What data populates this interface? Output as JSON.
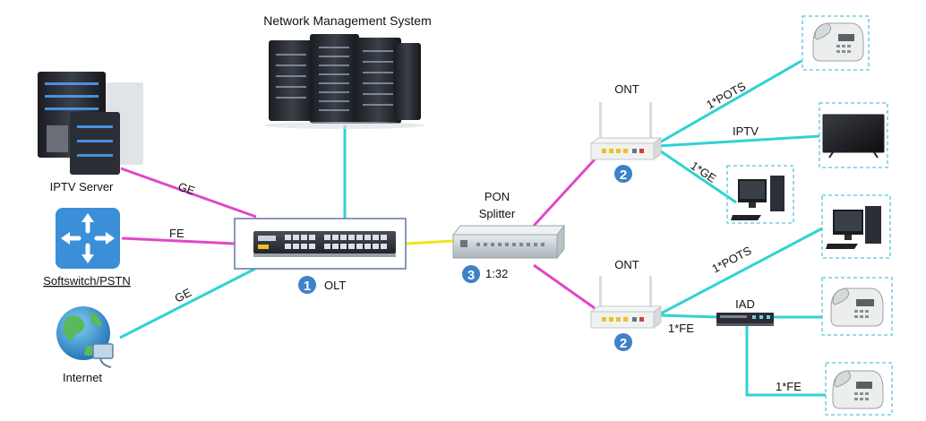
{
  "title": "Network Management System",
  "colors": {
    "uplink": "#e048c8",
    "access": "#2fd2d2",
    "splitter_link": "#f1e420",
    "pon": "#e048c8",
    "badge": "#3e82c8",
    "dashed_box": "#59c3dd",
    "olt_box": "#6b7fa8"
  },
  "nodes": {
    "nms": {
      "label": "Network Management System",
      "icon": "server-rack-icon"
    },
    "iptv_server": {
      "label": "IPTV Server",
      "icon": "server-icon"
    },
    "softswitch": {
      "label": "Softswitch/PSTN",
      "icon": "router-arrows-icon"
    },
    "internet": {
      "label": "Internet",
      "icon": "globe-icon"
    },
    "olt": {
      "label": "OLT",
      "badge": "1",
      "icon": "switch-icon"
    },
    "splitter": {
      "label": "PON\nSplitter",
      "label_line1": "PON",
      "label_line2": "Splitter",
      "badge": "3",
      "ratio": "1:32",
      "icon": "splitter-icon"
    },
    "ont_top": {
      "label": "ONT",
      "badge": "2",
      "icon": "ont-router-icon"
    },
    "ont_bottom": {
      "label": "ONT",
      "badge": "2",
      "icon": "ont-router-icon"
    },
    "iad": {
      "label": "IAD",
      "icon": "iad-device-icon"
    },
    "phone_1": {
      "icon": "phone-icon"
    },
    "tv": {
      "icon": "tv-icon"
    },
    "pc_1": {
      "icon": "pc-icon"
    },
    "pc_2": {
      "icon": "pc-icon"
    },
    "phone_2": {
      "icon": "phone-icon"
    },
    "phone_3": {
      "icon": "phone-icon"
    }
  },
  "links": {
    "iptv_olt": "GE",
    "softswitch_olt": "FE",
    "internet_olt": "GE",
    "ont_top_phone": "1*POTS",
    "ont_top_tv": "IPTV",
    "ont_top_pc": "1*GE",
    "ont_bottom_pc": "1*POTS",
    "ont_bottom_iad": "1*FE",
    "iad_phone": "1*FE"
  }
}
